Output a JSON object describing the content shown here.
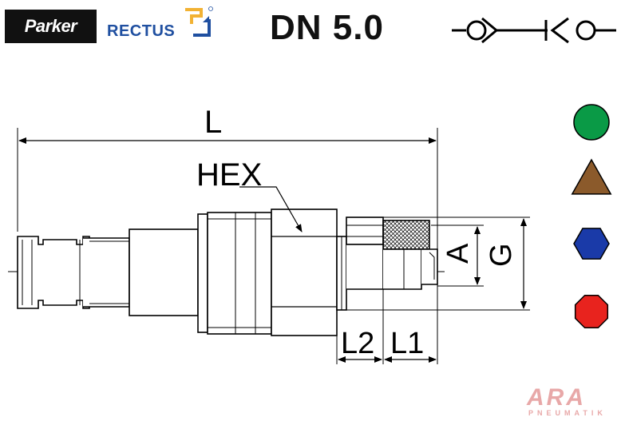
{
  "header": {
    "parker_logo": "Parker",
    "rectus_logo": "RECTUS",
    "title": "DN 5.0"
  },
  "drawing": {
    "labels": {
      "L": "L",
      "HEX": "HEX",
      "A": "A",
      "G": "G",
      "L1": "L1",
      "L2": "L2"
    }
  },
  "legend_shapes": [
    {
      "shape": "circle",
      "color": "#0a9a46"
    },
    {
      "shape": "triangle",
      "color": "#8b5a2b"
    },
    {
      "shape": "hexagon",
      "color": "#1a3aa8"
    },
    {
      "shape": "octagon",
      "color": "#e8231e"
    }
  ],
  "footer": {
    "ara_logo": "ARA",
    "ara_sub": "PNEUMATIK"
  }
}
